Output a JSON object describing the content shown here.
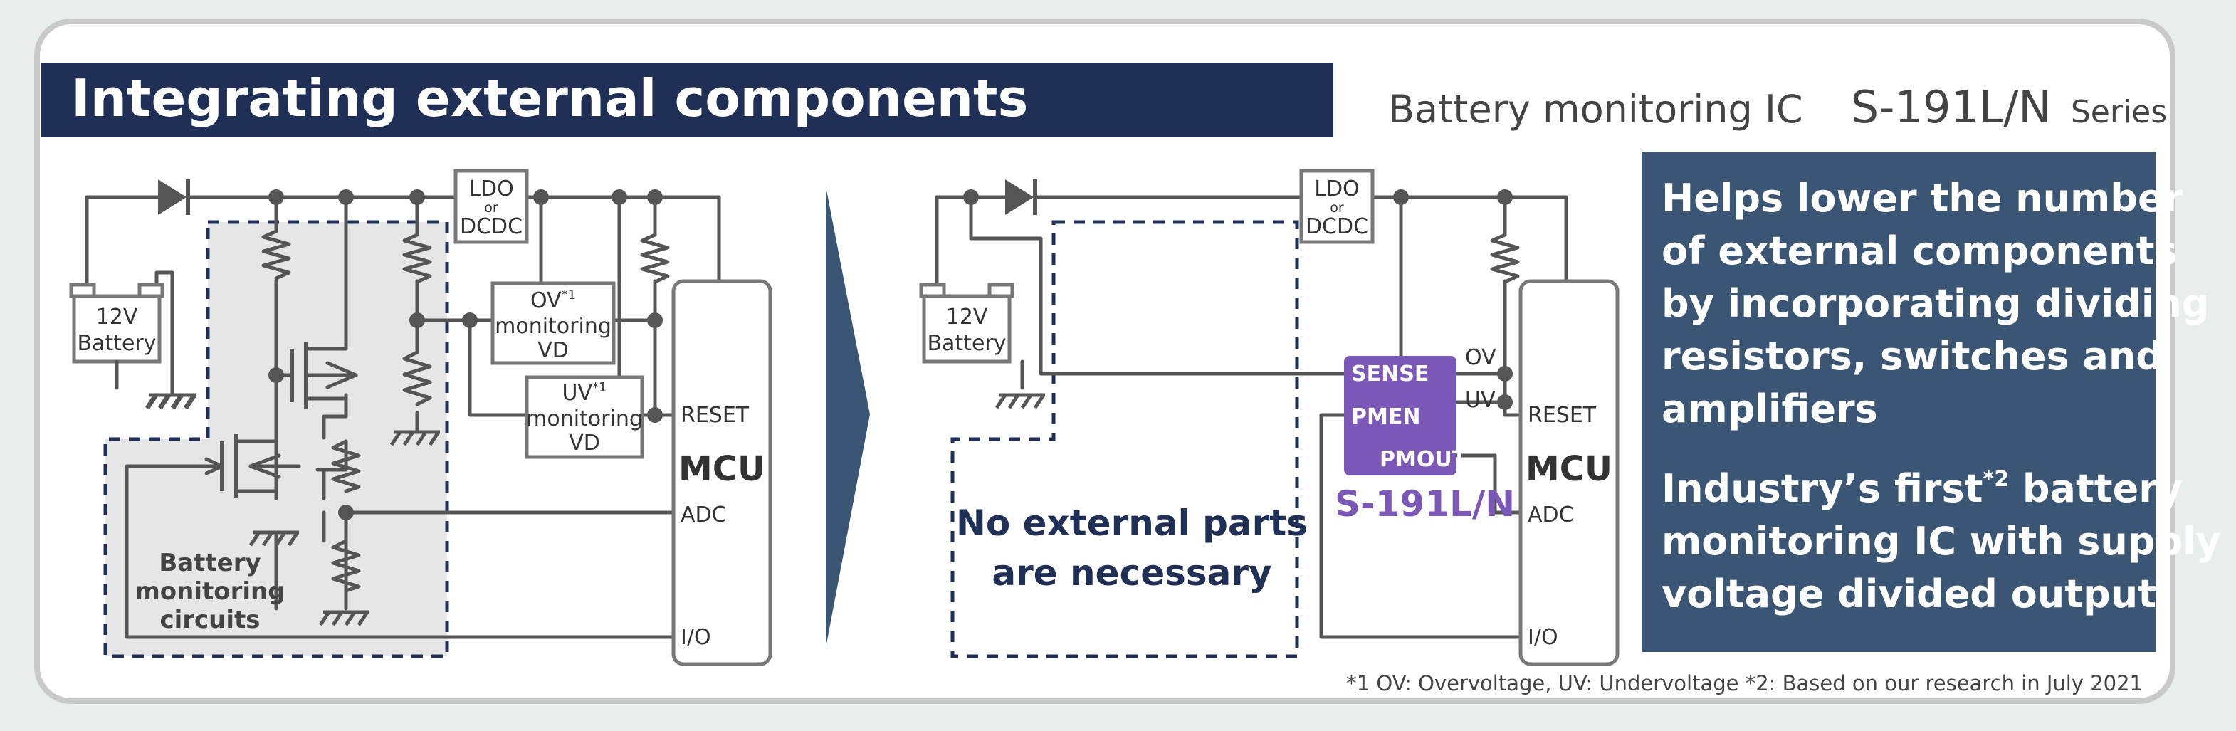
{
  "header": {
    "title": "Integrating external components",
    "product_type": "Battery monitoring IC",
    "product_code": "S-191L/N",
    "series_word": "Series"
  },
  "left_circuit": {
    "battery_line1": "12V",
    "battery_line2": "Battery",
    "ldo_line1": "LDO",
    "ldo_or": "or",
    "ldo_line2": "DCDC",
    "ov_line1": "OV",
    "ov_note": "*1",
    "ov_line2": "monitoring",
    "ov_line3": "VD",
    "uv_line1": "UV",
    "uv_note": "*1",
    "uv_line2": "monitoring",
    "uv_line3": "VD",
    "mcu": "MCU",
    "pin_reset": "RESET",
    "pin_adc": "ADC",
    "pin_io": "I/O",
    "circuit_label_1": "Battery",
    "circuit_label_2": "monitoring",
    "circuit_label_3": "circuits"
  },
  "right_circuit": {
    "battery_line1": "12V",
    "battery_line2": "Battery",
    "ldo_line1": "LDO",
    "ldo_or": "or",
    "ldo_line2": "DCDC",
    "no_parts_line1": "No external parts",
    "no_parts_line2": "are necessary",
    "ic_pin_sense": "SENSE",
    "ic_pin_pmen": "PMEN",
    "ic_pin_pmout": "PMOUT",
    "ic_name": "S-191L/N",
    "sig_ov": "OV",
    "sig_uv": "UV",
    "mcu": "MCU",
    "pin_reset": "RESET",
    "pin_adc": "ADC",
    "pin_io": "I/O"
  },
  "info_panel": {
    "para1_lines": [
      "Helps lower the number",
      "of external components",
      "by incorporating dividing",
      "resistors, switches and",
      "amplifiers"
    ],
    "para2_line1_prefix": "Industry’s first",
    "para2_line1_note": "*2",
    "para2_line1_suffix": " battery",
    "para2_line2": "monitoring IC with supply",
    "para2_line3": "voltage divided output"
  },
  "footnote": "*1 OV: Overvoltage, UV: Undervoltage   *2: Based on our research in July 2021",
  "colors": {
    "navy": "#1f2f56",
    "panel": "#3b5674",
    "ic_purple": "#7b57b8",
    "shade": "#e6e6e6",
    "frame": "#c9c9c9"
  }
}
